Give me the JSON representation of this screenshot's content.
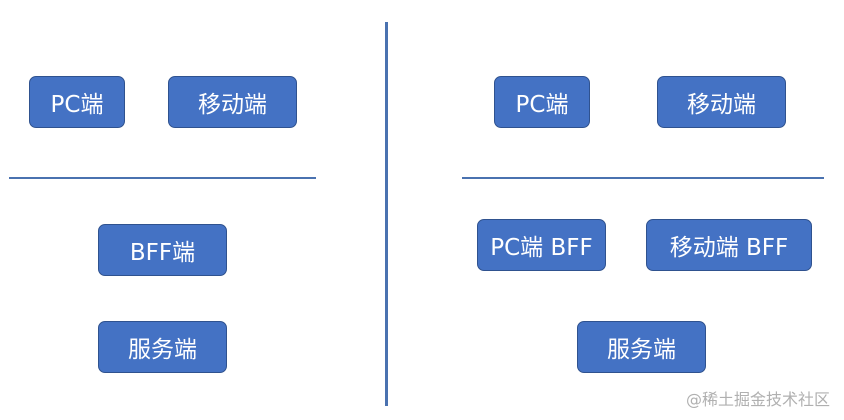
{
  "colors": {
    "box_fill": "#4472c4",
    "box_border": "#2f528f",
    "box_text": "#ffffff",
    "line": "#4a72b0",
    "watermark": "#b0b0b0"
  },
  "left": {
    "pc": "PC端",
    "mobile": "移动端",
    "bff": "BFF端",
    "server": "服务端"
  },
  "right": {
    "pc": "PC端",
    "mobile": "移动端",
    "pc_bff": "PC端 BFF",
    "mobile_bff": "移动端 BFF",
    "server": "服务端"
  },
  "watermark": "@稀土掘金技术社区"
}
